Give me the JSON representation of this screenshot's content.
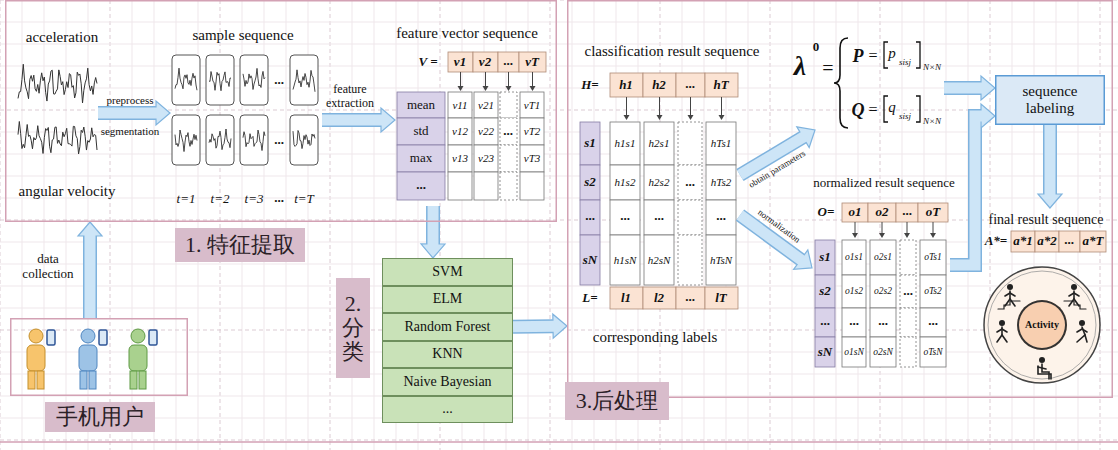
{
  "diagram": {
    "nodes": [
      {
        "text": [
          "手机用户"
        ]
      },
      {
        "text": [
          "1. 特征提取"
        ]
      },
      {
        "text": [
          "feature vector sequence"
        ],
        "in": 1
      },
      {
        "text": [
          "2. 分类"
        ]
      },
      {
        "text": [
          "SVM"
        ]
      },
      {
        "text": [
          "ELM"
        ]
      },
      {
        "text": [
          "Random Forest"
        ]
      },
      {
        "text": [
          "KNN"
        ]
      },
      {
        "text": [
          "Naive Bayesian"
        ]
      },
      {
        "text": [
          "..."
        ]
      },
      {
        "text": [
          "3.后处理"
        ]
      },
      {
        "text": [
          "classification result sequence"
        ],
        "in": 10
      },
      {
        "text": [
          "λ",
          "0",
          "=",
          "P",
          "=",
          "p",
          "sisj",
          "N×N",
          "Q",
          "=",
          "q",
          "sisj",
          "N×N"
        ],
        "in": 10
      },
      {
        "text": [
          "normalized result sequence"
        ],
        "in": 10
      },
      {
        "text": [
          "sequence labeling"
        ],
        "in": 10
      },
      {
        "text": [
          "final result sequence"
        ],
        "in": 10
      },
      {
        "text": [
          "Activity"
        ],
        "in": 10
      }
    ],
    "edges": [
      {
        "from": 0,
        "to": 1,
        "arrow": "to",
        "label": "data collection"
      },
      {
        "from": 2,
        "to": 4,
        "arrow": "to"
      },
      {
        "from": 6,
        "to": 10,
        "arrow": "to"
      },
      {
        "from": 11,
        "to": 12,
        "arrow": "to",
        "label": "obtain parameters"
      },
      {
        "from": 11,
        "to": 13,
        "arrow": "to",
        "label": "normalization"
      },
      {
        "from": 12,
        "to": 14,
        "arrow": "to"
      },
      {
        "from": 13,
        "to": 14,
        "arrow": "to"
      },
      {
        "from": 14,
        "to": 15,
        "arrow": "to"
      }
    ],
    "labels": [
      "acceleration",
      "angular velocity",
      "preprocess",
      "segmentation",
      "sample sequence",
      "t=1",
      "t=2",
      "t=3",
      "...",
      "t=T",
      "...",
      "...",
      "feature extraction",
      "V =",
      "v1",
      "v2",
      "...",
      "vT",
      "mean",
      "std",
      "max",
      "...",
      "v11",
      "v21",
      "vT1",
      "v12",
      "v22",
      "vT2",
      "v13",
      "v23",
      "vT3",
      "...",
      "H=",
      "h1",
      "h2",
      "...",
      "hT",
      "s1",
      "s2",
      "...",
      "sN",
      "h1s1",
      "h1s2",
      "...",
      "h1sN",
      "h2s1",
      "h2s2",
      "...",
      "h2sN",
      "...",
      "hTs1",
      "hTs2",
      "...",
      "hTsN",
      "L=",
      "l1",
      "l2",
      "...",
      "lT",
      "corresponding labels",
      "O=",
      "o1",
      "o2",
      "...",
      "oT",
      "s1",
      "s2",
      "...",
      "sN",
      "o1s1",
      "o1s2",
      "...",
      "o1sN",
      "o2s1",
      "o2s2",
      "...",
      "o2sN",
      "...",
      "oTs1",
      "oTs2",
      "...",
      "oTsN",
      "A*=",
      "a*1",
      "a*2",
      "...",
      "a*T"
    ]
  }
}
